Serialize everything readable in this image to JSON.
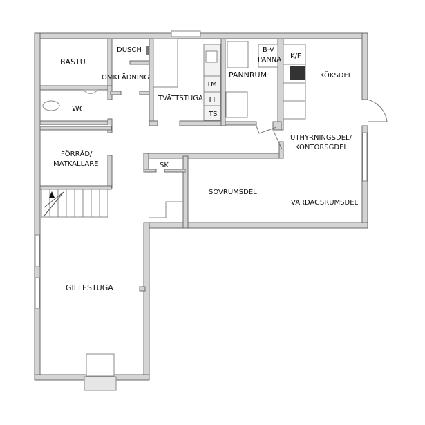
{
  "rooms": {
    "bastu": "BASTU",
    "dusch": "DUSCH",
    "omkladning": "OMKLÄDNING",
    "wc": "WC",
    "tvattstuga": "TVÄTTSTUGA",
    "tm": "TM",
    "tt": "TT",
    "ts": "TS",
    "pannrum": "PANNRUM",
    "bv": "B-V",
    "panna": "PANNA",
    "kf": "K/F",
    "koksdel": "KÖKSDEL",
    "uthyrning1": "UTHYRNINGSDEL/",
    "uthyrning2": "KONTORSGDEL",
    "forrad1": "FÖRRÅD/",
    "forrad2": "MATKÄLLARE",
    "sk": "SK",
    "sovrumsdel": "SOVRUMSDEL",
    "vardagsrumsdel": "VARDAGSRUMSDEL",
    "gillestuga": "GILLESTUGA"
  },
  "colors": {
    "wall": "#d4d4d4",
    "outline": "#6a6a6a"
  }
}
